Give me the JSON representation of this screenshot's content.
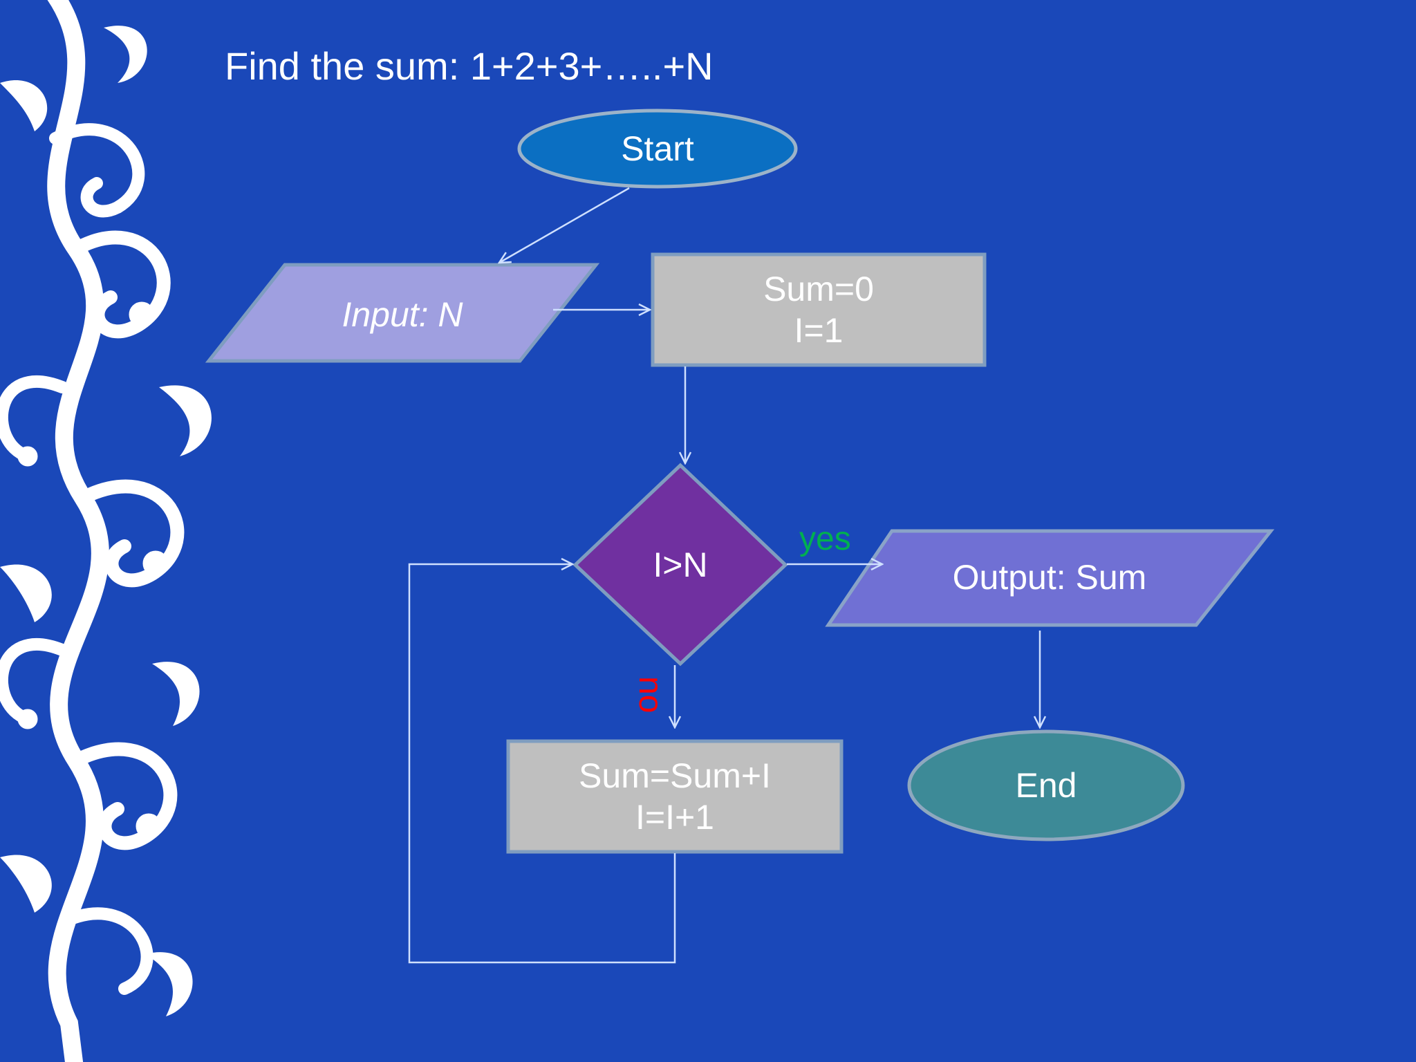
{
  "slide": {
    "title": "Find the sum: 1+2+3+…..+N",
    "background_color": "#1a48b9",
    "ornament_color": "#ffffff"
  },
  "flowchart": {
    "start": {
      "label": "Start",
      "color": "#0b6fc2"
    },
    "input": {
      "label": "Input: N",
      "color": "#9f9fe0"
    },
    "init": {
      "line1": "Sum=0",
      "line2": "I=1",
      "color": "#bfbfbf"
    },
    "decision": {
      "label": "I>N",
      "color": "#7030a0"
    },
    "output": {
      "label": "Output: Sum",
      "color": "#7070d4"
    },
    "update": {
      "line1": "Sum=Sum+I",
      "line2": "I=I+1",
      "color": "#bfbfbf"
    },
    "end": {
      "label": "End",
      "color": "#3d8a97"
    },
    "edges": {
      "yes_label": "yes",
      "yes_color": "#00b050",
      "no_label": "no",
      "no_color": "#ff0000"
    }
  }
}
